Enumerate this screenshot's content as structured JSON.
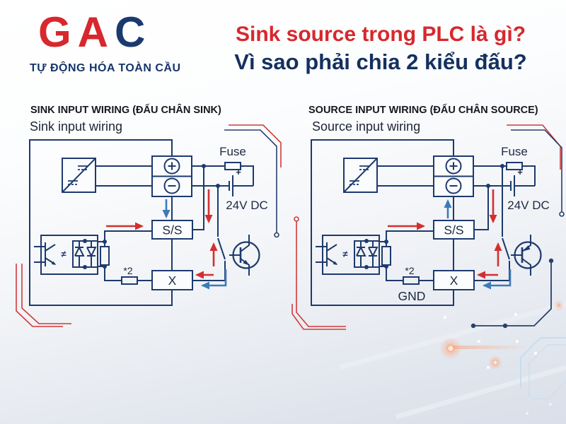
{
  "logo": {
    "letters": [
      {
        "ch": "G"
      },
      {
        "ch": "A"
      },
      {
        "ch": "C"
      }
    ],
    "tagline": "TỰ ĐỘNG HÓA TOÀN CẦU"
  },
  "title": {
    "line1": "Sink source trong PLC là gì?",
    "line2": "Vì sao phải chia 2 kiểu đấu?"
  },
  "colors": {
    "brand_red": "#d7282d",
    "brand_navy": "#1a3a6e",
    "line_navy": "#1d3a6d",
    "label_ink": "#1b2940",
    "arrow_red": "#d42f2f",
    "arrow_blue": "#3d7ab8"
  },
  "diagrams": [
    {
      "type": "sink",
      "heading": "SINK INPUT WIRING (ĐẤU CHÂN SINK)",
      "subheading": "Sink input wiring",
      "labels": {
        "fuse": "Fuse",
        "supply": "24V DC",
        "battery_plus": "+",
        "ss_terminal": "S/S",
        "input_terminal": "X",
        "resistor_note": "*2",
        "coupling": "≠"
      }
    },
    {
      "type": "source",
      "heading": "SOURCE INPUT WIRING (ĐẤU CHÂN SOURCE)",
      "subheading": "Source input wiring",
      "labels": {
        "fuse": "Fuse",
        "supply": "24V DC",
        "battery_plus": "+",
        "ss_terminal": "S/S",
        "input_terminal": "X",
        "resistor_note": "*2",
        "gnd": "GND",
        "coupling": "≠"
      }
    }
  ]
}
